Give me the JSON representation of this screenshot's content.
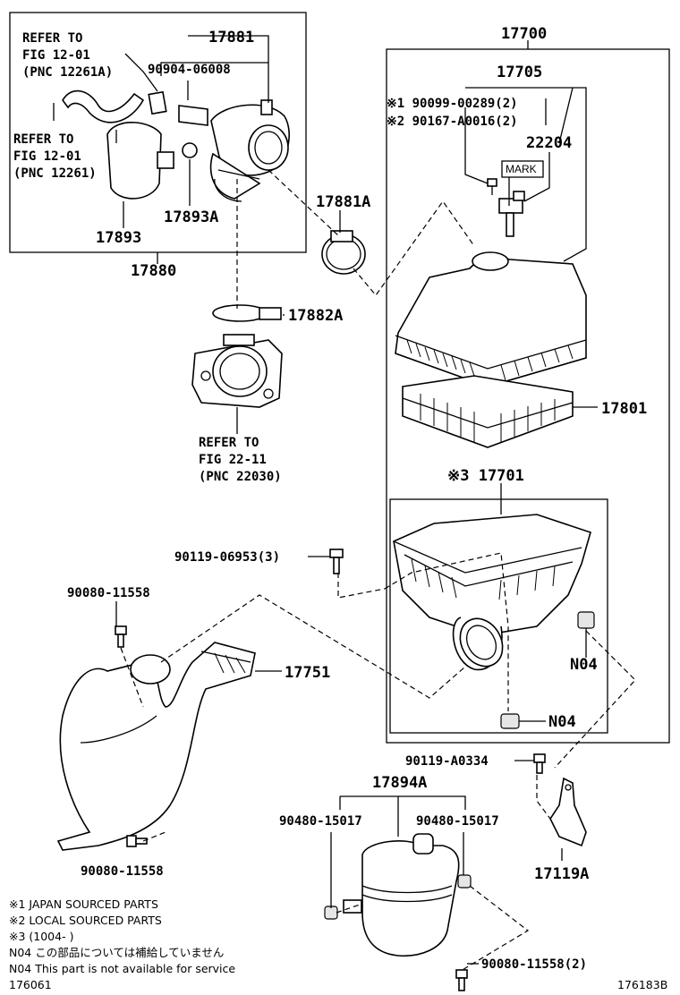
{
  "labels": {
    "refer_1201a_line1": "REFER TO",
    "refer_1201a_line2": "FIG 12-01",
    "refer_1201a_line3": "(PNC 12261A)",
    "p17881": "17881",
    "p90904": "90904-06008",
    "refer_1201_line1": "REFER TO",
    "refer_1201_line2": "FIG 12-01",
    "refer_1201_line3": "(PNC 12261)",
    "p17893a": "17893A",
    "p17893": "17893",
    "p17880": "17880",
    "p17881a": "17881A",
    "p17882a": "17882A",
    "refer_2211_line1": "REFER TO",
    "refer_2211_line2": "FIG 22-11",
    "refer_2211_line3": "(PNC 22030)",
    "p17700": "17700",
    "p17705": "17705",
    "p90099": "※1 90099-00289(2)",
    "p90167": "※2 90167-A0016(2)",
    "p22204": "22204",
    "mark": "MARK",
    "p17801": "17801",
    "p17701": "※3 17701",
    "p90119_06953": "90119-06953(3)",
    "p90080_top": "90080-11558",
    "p17751": "17751",
    "n04_a": "N04",
    "n04_b": "N04",
    "p90119_a0334": "90119-A0334",
    "p17894a": "17894A",
    "p90480_left": "90480-15017",
    "p90480_right": "90480-15017",
    "p17119a": "17119A",
    "p90080_bottom": "90080-11558",
    "p90080_2": "90080-11558(2)"
  },
  "notes": {
    "n1": "※1 JAPAN SOURCED PARTS",
    "n2": "※2 LOCAL SOURCED PARTS",
    "n3": "※3 (1004-        )",
    "n4": "N04  この部品については補給していません",
    "n5": "N04  This part is not available for service",
    "code_left": "176061",
    "code_right": "176183B"
  }
}
